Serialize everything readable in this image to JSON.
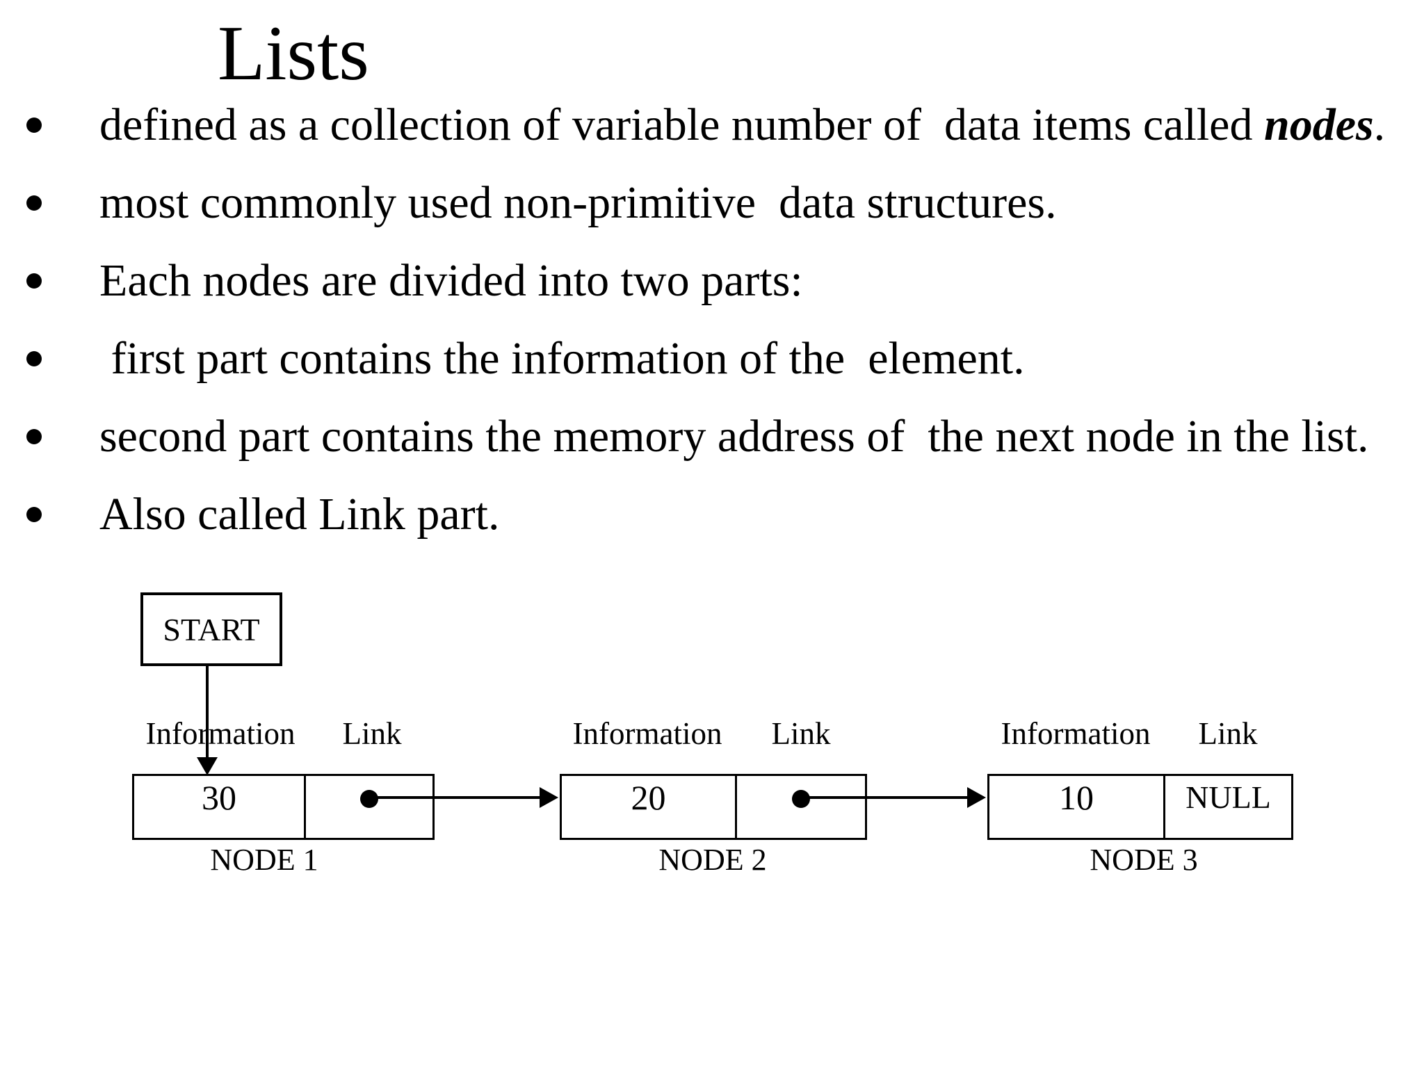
{
  "slide": {
    "title": "Lists",
    "bullets": [
      {
        "pre": "defined as a collection of variable number of  data items called ",
        "emphasis": "nodes",
        "post": "."
      },
      {
        "text": "most commonly used non-primitive  data structures."
      },
      {
        "text": "Each nodes are divided into two parts:"
      },
      {
        "text": " first part contains the information of the  element."
      },
      {
        "text": "second part contains the memory address of  the next node in the list."
      },
      {
        "text": "Also called Link part."
      }
    ]
  },
  "diagram": {
    "start_label": "START",
    "column_headers": {
      "info": "Information",
      "link": "Link"
    },
    "nodes": [
      {
        "info_header": "Information",
        "link_header": "Link",
        "value": "30",
        "link_type": "pointer",
        "caption": "NODE 1"
      },
      {
        "info_header": "Information",
        "link_header": "Link",
        "value": "20",
        "link_type": "pointer",
        "caption": "NODE 2"
      },
      {
        "info_header": "Information",
        "link_header": "Link",
        "value": "10",
        "link_type": "null",
        "link_text": "NULL",
        "caption": "NODE 3"
      }
    ],
    "colors": {
      "ink": "#000000",
      "background": "#ffffff"
    }
  }
}
